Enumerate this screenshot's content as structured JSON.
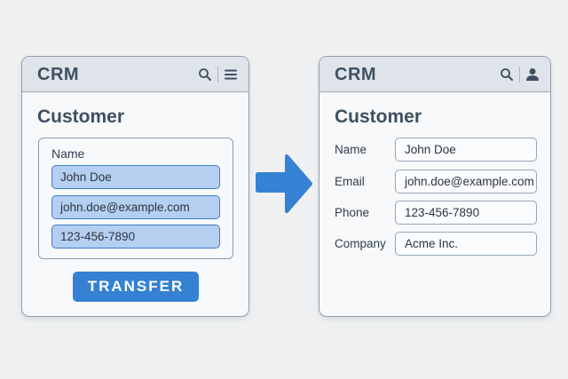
{
  "left_panel": {
    "app_title": "CRM",
    "icons": [
      "search-icon",
      "menu-icon"
    ],
    "section_title": "Customer",
    "group_label": "Name",
    "fields": [
      {
        "value": "John Doe"
      },
      {
        "value": "john.doe@example.com"
      },
      {
        "value": "123-456-7890"
      }
    ],
    "button_label": "TRANSFER"
  },
  "arrow": {
    "icon": "arrow-right-icon",
    "color": "#3581d4"
  },
  "right_panel": {
    "app_title": "CRM",
    "icons": [
      "search-icon",
      "user-icon"
    ],
    "section_title": "Customer",
    "fields": [
      {
        "label": "Name",
        "value": "John Doe"
      },
      {
        "label": "Email",
        "value": "john.doe@example.com"
      },
      {
        "label": "Phone",
        "value": "123-456-7890"
      },
      {
        "label": "Company",
        "value": "Acme Inc."
      }
    ]
  },
  "colors": {
    "accent": "#3581d4",
    "filled_field": "#b4cff0",
    "header": "#dfe4ea",
    "text": "#3f4f61"
  }
}
